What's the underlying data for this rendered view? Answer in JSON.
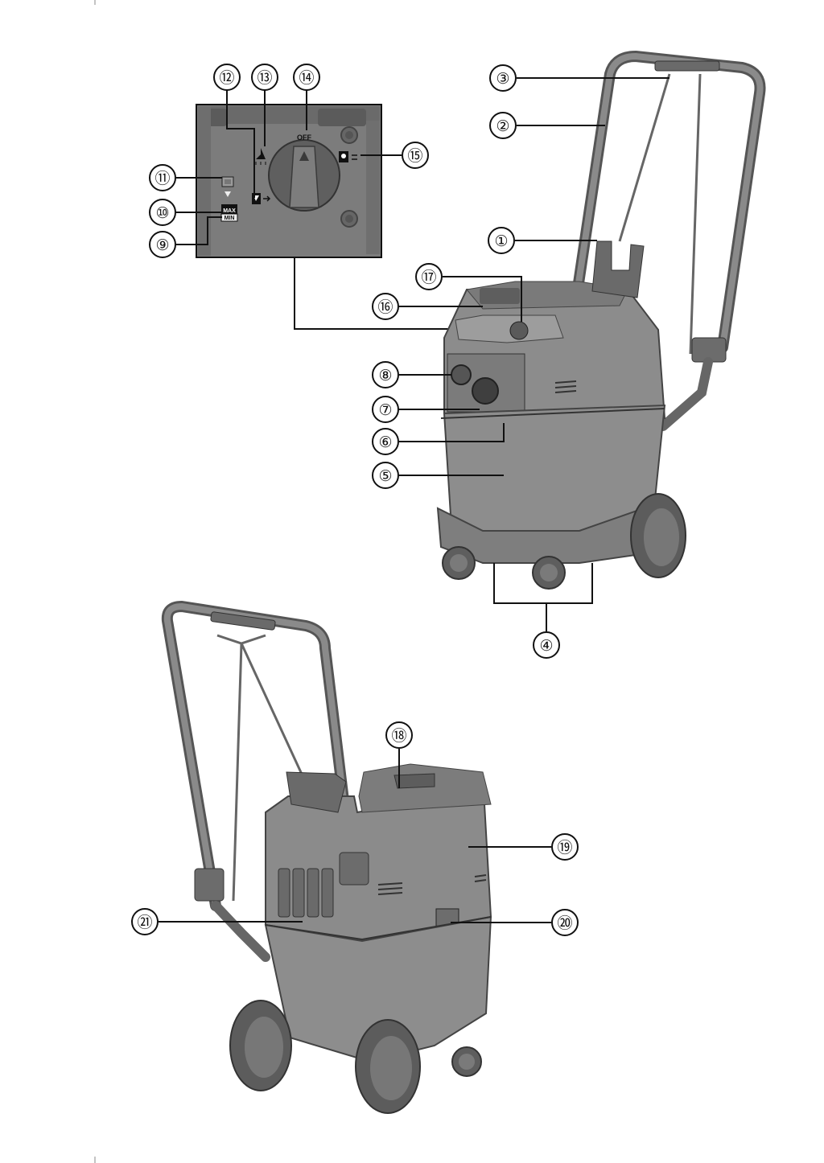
{
  "figure": {
    "panel": {
      "dial_label": "OFF",
      "level_max": "MAX",
      "level_min": "MIN"
    },
    "callouts": [
      {
        "id": "c1",
        "label": "①"
      },
      {
        "id": "c2",
        "label": "②"
      },
      {
        "id": "c3",
        "label": "③"
      },
      {
        "id": "c4",
        "label": "④"
      },
      {
        "id": "c5",
        "label": "⑤"
      },
      {
        "id": "c6",
        "label": "⑥"
      },
      {
        "id": "c7",
        "label": "⑦"
      },
      {
        "id": "c8",
        "label": "⑧"
      },
      {
        "id": "c9",
        "label": "⑨"
      },
      {
        "id": "c10",
        "label": "⑩"
      },
      {
        "id": "c11",
        "label": "⑪"
      },
      {
        "id": "c12",
        "label": "⑫"
      },
      {
        "id": "c13",
        "label": "⑬"
      },
      {
        "id": "c14",
        "label": "⑭"
      },
      {
        "id": "c15",
        "label": "⑮"
      },
      {
        "id": "c16",
        "label": "⑯"
      },
      {
        "id": "c17",
        "label": "⑰"
      },
      {
        "id": "c18",
        "label": "⑱"
      },
      {
        "id": "c19",
        "label": "⑲"
      },
      {
        "id": "c20",
        "label": "⑳"
      },
      {
        "id": "c21",
        "label": "㉑"
      }
    ]
  }
}
